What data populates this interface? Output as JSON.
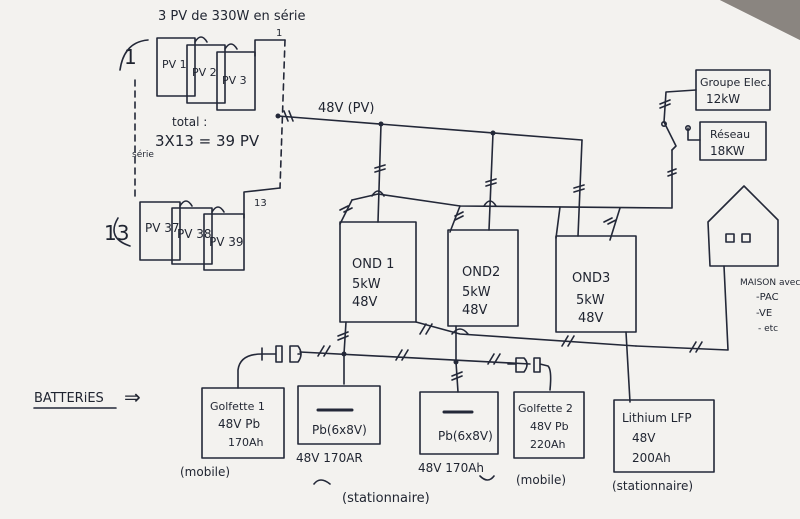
{
  "pv": {
    "header": "3 PV de 330W en série",
    "group_first_number": "1",
    "group_last_number": "13",
    "panels_first": [
      "PV 1",
      "PV 2",
      "PV 3"
    ],
    "panels_last": [
      "PV 37",
      "PV 38",
      "PV 39"
    ],
    "string_tag_top": "1",
    "string_tag_bottom": "13",
    "total_label": "total :",
    "total_serie": "série",
    "total_formula": "3X13 = 39 PV"
  },
  "dc_bus": {
    "label": "48V (PV)"
  },
  "generator": {
    "line1": "Groupe Elec.",
    "line2": "12kW"
  },
  "grid": {
    "line1": "Réseau",
    "line2": "18KW"
  },
  "house": {
    "label": "MAISON avec",
    "items": [
      "-PAC",
      "-VE",
      "- etc"
    ]
  },
  "inverters": [
    {
      "name": "OND 1",
      "power": "5kW",
      "voltage": "48V"
    },
    {
      "name": "OND2",
      "power": "5kW",
      "voltage": "48V"
    },
    {
      "name": "OND3",
      "power": "5kW",
      "voltage": "48V"
    }
  ],
  "batteries": {
    "title": "BATTERiES",
    "arrow": "⇒",
    "golfette1": {
      "l1": "Golfette 1",
      "l2": "48V Pb",
      "l3": "170Ah",
      "note": "(mobile)"
    },
    "pb1": {
      "label": "Pb(6x8V)",
      "caption": "48V 170AR"
    },
    "pb2": {
      "label": "Pb(6x8V)",
      "caption": "48V 170Ah"
    },
    "stationary_note": "(stationnaire)",
    "golfette2": {
      "l1": "Golfette 2",
      "l2": "48V Pb",
      "l3": "220Ah",
      "note": "(mobile)"
    },
    "lithium": {
      "l1": "Lithium LFP",
      "l2": "48V",
      "l3": "200Ah",
      "note": "(stationnaire)"
    }
  }
}
